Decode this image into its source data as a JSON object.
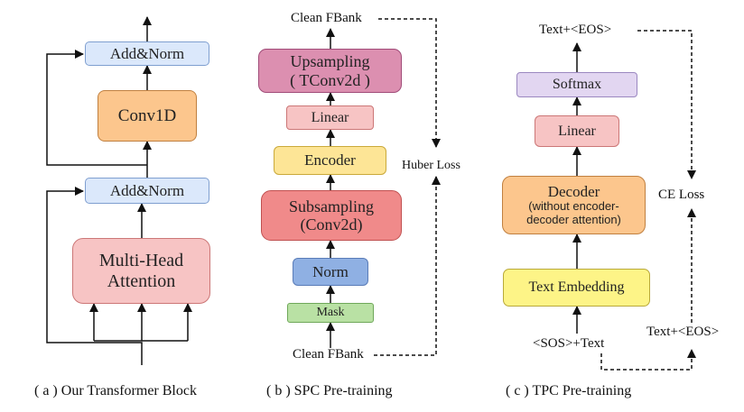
{
  "panel_a": {
    "add_norm_top": "Add&Norm",
    "conv1d": "Conv1D",
    "add_norm_bottom": "Add&Norm",
    "mha_line1": "Multi-Head",
    "mha_line2": "Attention",
    "caption": "( a ) Our Transformer Block"
  },
  "panel_b": {
    "clean_fbank_top": "Clean FBank",
    "upsampling_line1": "Upsampling",
    "upsampling_line2": "( TConv2d )",
    "linear": "Linear",
    "encoder": "Encoder",
    "subsampling_line1": "Subsampling",
    "subsampling_line2": "(Conv2d)",
    "norm": "Norm",
    "mask": "Mask",
    "clean_fbank_bottom": "Clean FBank",
    "loss": "Huber Loss",
    "caption": "( b ) SPC Pre-training"
  },
  "panel_c": {
    "text_eos_top": "Text+<EOS>",
    "softmax": "Softmax",
    "linear": "Linear",
    "decoder_line1": "Decoder",
    "decoder_line2": "(without encoder-",
    "decoder_line3": "decoder attention)",
    "text_embedding": "Text Embedding",
    "sos_text": "<SOS>+Text",
    "text_eos_right": "Text+<EOS>",
    "loss": "CE Loss",
    "caption": "( c ) TPC Pre-training"
  },
  "colors": {
    "blue_fill": "#dbe8fb",
    "blue_border": "#7f9fd0",
    "orange_fill": "#fcc68d",
    "orange_border": "#c08040",
    "red_fill": "#f7c4c4",
    "red_border": "#cc7777",
    "pink_fill": "#dc8fb0",
    "pink_border": "#a04b78",
    "yellow_fill": "#fde596",
    "yellow_border": "#caa93a",
    "deep_red_fill": "#f08a8a",
    "deep_red_border": "#c05050",
    "norm_fill": "#8fb0e3",
    "norm_border": "#5a7cb8",
    "green_fill": "#b9e1a4",
    "green_border": "#6fa85a",
    "lavender_fill": "#e2d6f1",
    "lavender_border": "#9b88c0",
    "text_embedding_fill": "#fdf487",
    "text_embedding_border": "#b9a93a"
  }
}
